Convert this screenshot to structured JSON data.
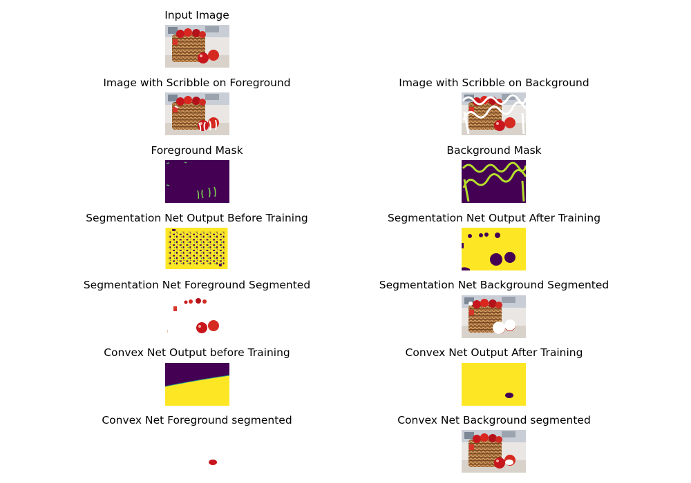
{
  "figure": {
    "colors": {
      "viridis_dark": "#440154",
      "viridis_yellow": "#fde725",
      "viridis_green": "#5ec962",
      "apple_red": "#c8161d",
      "basket_brown": "#9a6334"
    },
    "panels": {
      "input_image": {
        "title": "Input Image"
      },
      "scribble_foreground": {
        "title": "Image with Scribble on Foreground"
      },
      "scribble_background": {
        "title": "Image with Scribble on Background"
      },
      "foreground_mask": {
        "title": "Foreground Mask"
      },
      "background_mask": {
        "title": "Background Mask"
      },
      "seg_before": {
        "title": "Segmentation Net Output Before Training"
      },
      "seg_after": {
        "title": "Segmentation Net Output After Training"
      },
      "seg_fg": {
        "title": "Segmentation Net Foreground Segmented"
      },
      "seg_bg": {
        "title": "Segmentation Net Background Segmented"
      },
      "convex_before": {
        "title": "Convex Net Output before Training"
      },
      "convex_after": {
        "title": "Convex Net Output After Training"
      },
      "convex_fg": {
        "title": "Convex Net Foreground segmented"
      },
      "convex_bg": {
        "title": "Convex Net Background segmented"
      }
    }
  }
}
